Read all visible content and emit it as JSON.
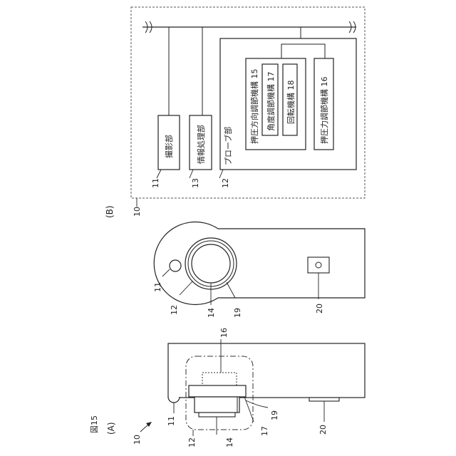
{
  "figure_label": "図15",
  "panel_a": {
    "label": "(A)",
    "ref_device": "10",
    "ref_camera": "11",
    "ref_probe_unit": "12",
    "ref_probe": "14",
    "ref_force_mech": "16",
    "ref_angle_mech": "17",
    "ref_pad": "19",
    "ref_button": "20"
  },
  "panel_front": {
    "ref_camera": "11",
    "ref_probe_unit": "12",
    "ref_probe": "14",
    "ref_pad": "19",
    "ref_button": "20"
  },
  "panel_b": {
    "label": "(B)",
    "ref_device": "10",
    "camera_box": "撮影部",
    "ref_camera": "11",
    "info_box": "情報処理部",
    "ref_info": "13",
    "probe_box": "プローブ部",
    "ref_probe_unit": "12",
    "direction_box": "押圧方向調節機構 15",
    "angle_box": "角度調節機構 17",
    "rotation_box": "回転機構 18",
    "force_box": "押圧力調節機構 16"
  }
}
